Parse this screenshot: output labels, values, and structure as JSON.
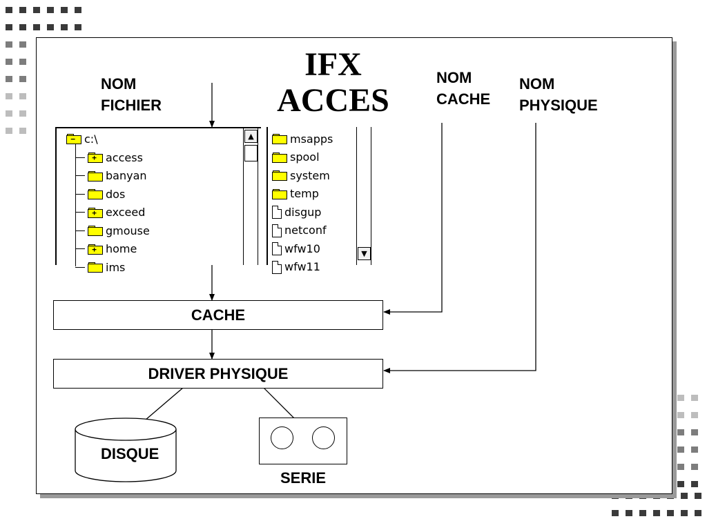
{
  "title": {
    "line1": "IFX",
    "line2": "ACCES"
  },
  "labels": {
    "nom_fichier": {
      "line1": "NOM",
      "line2": "FICHIER"
    },
    "nom_cache": {
      "line1": "NOM",
      "line2": "CACHE"
    },
    "nom_physique": {
      "line1": "NOM",
      "line2": "PHYSIQUE"
    }
  },
  "boxes": {
    "cache": "CACHE",
    "driver": "DRIVER PHYSIQUE"
  },
  "devices": {
    "disk": "DISQUE",
    "serie": "SERIE"
  },
  "browser": {
    "root": "c:\\",
    "tree": [
      {
        "name": "access",
        "sign": "+"
      },
      {
        "name": "banyan",
        "sign": ""
      },
      {
        "name": "dos",
        "sign": ""
      },
      {
        "name": "exceed",
        "sign": "+"
      },
      {
        "name": "gmouse",
        "sign": ""
      },
      {
        "name": "home",
        "sign": "+"
      },
      {
        "name": "ims",
        "sign": ""
      }
    ],
    "files": [
      {
        "name": "msapps",
        "type": "folder"
      },
      {
        "name": "spool",
        "type": "folder"
      },
      {
        "name": "system",
        "type": "folder"
      },
      {
        "name": "temp",
        "type": "folder"
      },
      {
        "name": "disgup",
        "type": "file"
      },
      {
        "name": "netconf",
        "type": "file"
      },
      {
        "name": "wfw10",
        "type": "file"
      },
      {
        "name": "wfw11",
        "type": "file"
      }
    ],
    "scroll_up_icon": "up-arrow-icon",
    "scroll_down_icon": "down-arrow-icon"
  },
  "colors": {
    "folder": "#ffff00",
    "shadow": "#9a9a9a",
    "deco_dark": "#3a3a3a",
    "deco_mid": "#7d7d7d",
    "deco_light": "#bdbdbd"
  }
}
